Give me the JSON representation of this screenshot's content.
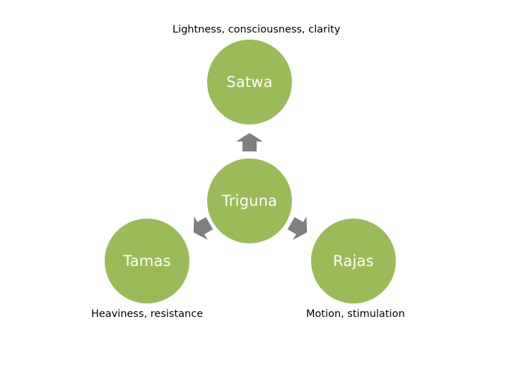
{
  "colors": {
    "node_fill": "#9bbb59",
    "arrow_fill": "#7f7f7f"
  },
  "nodes": {
    "center": {
      "label": "Triguna"
    },
    "top": {
      "label": "Satwa",
      "caption": "Lightness, consciousness, clarity"
    },
    "left": {
      "label": "Tamas",
      "caption": "Heaviness, resistance"
    },
    "right": {
      "label": "Rajas",
      "caption": "Motion, stimulation"
    }
  },
  "arrows": [
    {
      "from": "Triguna",
      "to": "Satwa",
      "icon": "arrow-up-icon"
    },
    {
      "from": "Triguna",
      "to": "Tamas",
      "icon": "arrow-left-icon"
    },
    {
      "from": "Triguna",
      "to": "Rajas",
      "icon": "arrow-right-icon"
    }
  ]
}
